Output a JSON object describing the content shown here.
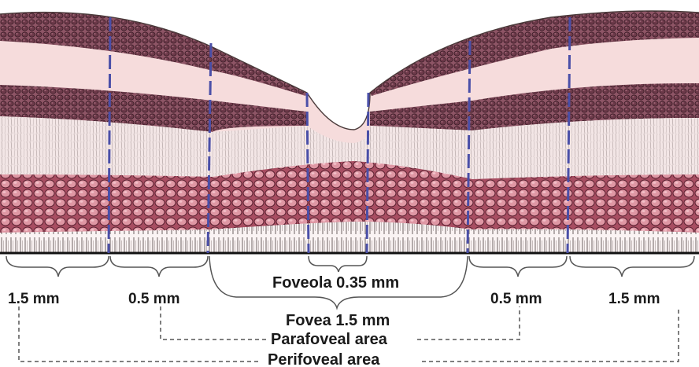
{
  "labels": {
    "left_outer": "1.5 mm",
    "left_inner": "0.5 mm",
    "foveola": "Foveola 0.35 mm",
    "fovea": "Fovea 1.5 mm",
    "parafoveal": "Parafoveal area",
    "perifoveal": "Perifoveal area",
    "right_inner": "0.5 mm",
    "right_outer": "1.5 mm"
  },
  "colors": {
    "tissue_pink": "#f6dcdc",
    "cell_dark": "#6d3a4a",
    "cell_pink": "#d98a98",
    "divider": "#4a4fa8",
    "bracket": "#555555"
  }
}
